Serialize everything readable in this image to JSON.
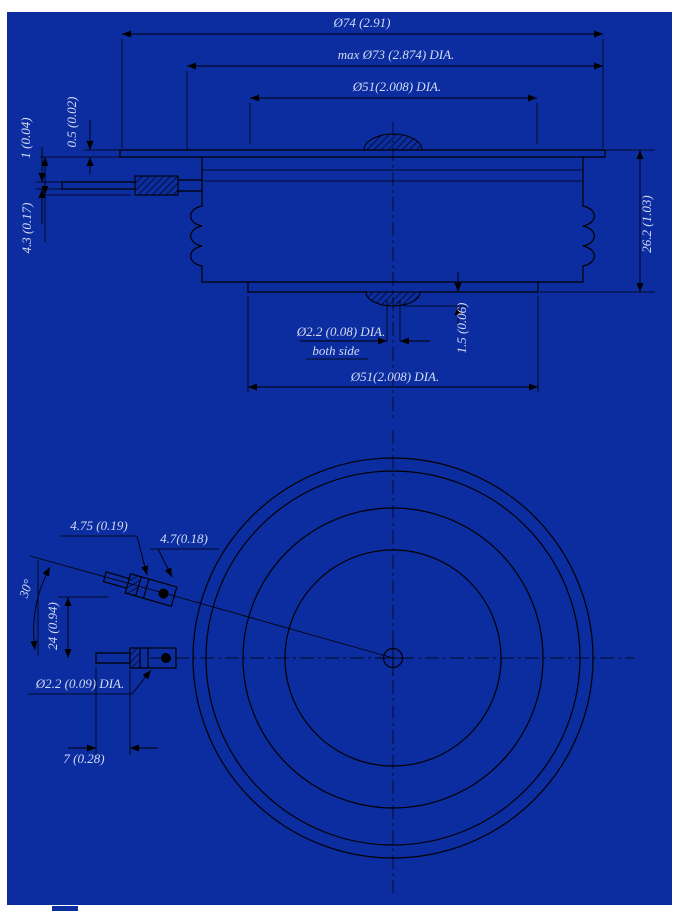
{
  "page": {
    "background_color": "#0c2da0",
    "paper_color": "#ffffff",
    "line_color": "#000000",
    "label_color": "#d3dcf4",
    "description": "Outline dimension drawing of a press-pack disc semiconductor device: cross-section view (top) and plan view with gate lead terminal (bottom)"
  },
  "section_view": {
    "labels": {
      "overall_dia": "Ø74 (2.91)",
      "max_dia": "max Ø73 (2.874) DIA.",
      "top_pole_dia": "Ø51(2.008) DIA.",
      "flange_thickness": "0.5 (0.02)",
      "lid_thickness": "1 (0.04)",
      "gate_offset": "4.3 (0.17)",
      "height": "26.2 (1.03)",
      "center_hole_dia": "Ø2.2 (0.08) DIA.",
      "center_hole_note": "both side",
      "recess_depth": "1.5 (0.06)",
      "bottom_pole_dia": "Ø51(2.008) DIA."
    }
  },
  "plan_view": {
    "labels": {
      "lead_terminal_width": "4.75 (0.19)",
      "terminal_tip_width": "4.7(0.18)",
      "lead_angle": "30°",
      "lead_offset": "24 (0.94)",
      "lead_wire_dia": "Ø2.2 (0.09) DIA.",
      "terminal_tip_length": "7 (0.28)"
    }
  }
}
